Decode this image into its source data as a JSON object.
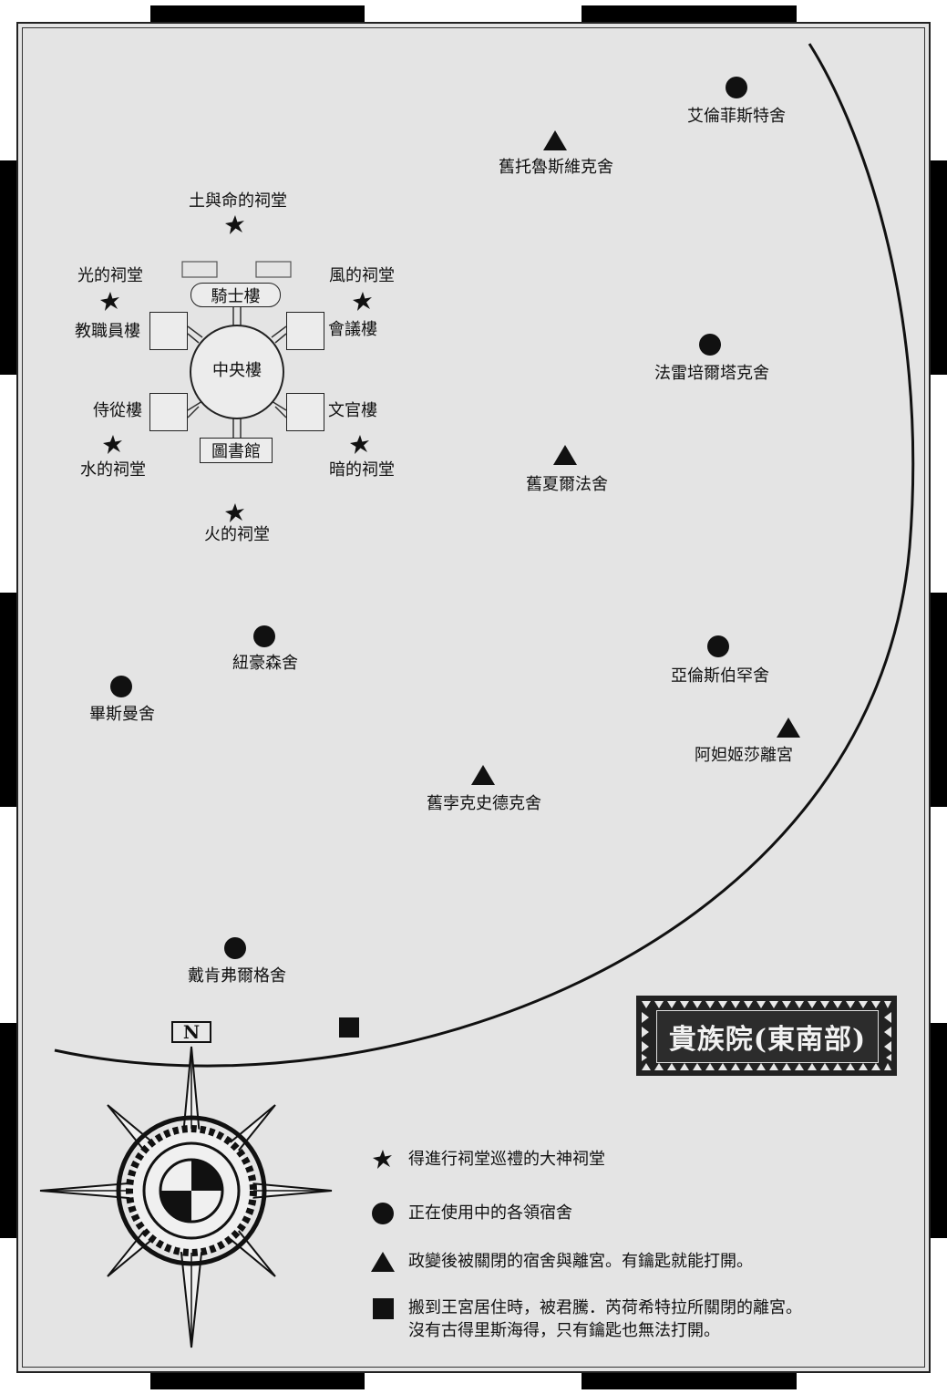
{
  "title": "貴族院(東南部)",
  "compass_letter": "N",
  "buildings": {
    "knight": "騎士樓",
    "central": "中央樓",
    "faculty": "教職員樓",
    "council": "會議樓",
    "attendant": "侍從樓",
    "civil": "文官樓",
    "library": "圖書館"
  },
  "shrines": {
    "earth": "土與命的祠堂",
    "light": "光的祠堂",
    "wind": "風的祠堂",
    "water": "水的祠堂",
    "dark": "暗的祠堂",
    "fire": "火的祠堂"
  },
  "dorms_active": {
    "ehrenfest": "艾倫菲斯特舍",
    "frenbeltag": "法雷培爾塔克舍",
    "ahrensbach": "亞倫斯伯罕舍",
    "neuhausen": "紐豪森舍",
    "bismann": "畢斯曼舍",
    "dakenfelger": "戴肯弗爾格舍"
  },
  "dorms_closed": {
    "old_trauer": "舊托魯斯維克舍",
    "old_shel": "舊夏爾法舍",
    "old_werk": "舊孛克史德克舍",
    "adalgisa": "阿妲姬莎離宮"
  },
  "legend": {
    "star": "得進行祠堂巡禮的大神祠堂",
    "circle": "正在使用中的各領宿舍",
    "triangle": "政變後被關閉的宿舍與離宮。有鑰匙就能打開。",
    "square_line1": "搬到王宮居住時，被君騰．芮荷希特拉所關閉的離宮。",
    "square_line2": "沒有古得里斯海得，只有鑰匙也無法打開。"
  }
}
